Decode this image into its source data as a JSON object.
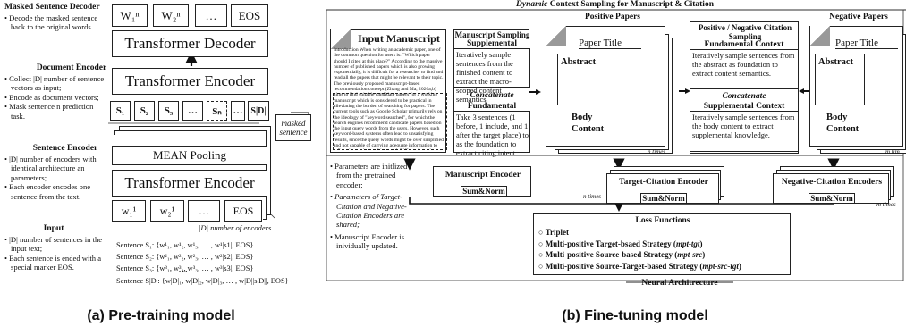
{
  "left": {
    "masked_decoder": {
      "title": "Masked Sentence Decoder",
      "bullets": [
        "Decode the masked sentence back to the original words."
      ]
    },
    "document_encoder": {
      "title": "Document Encoder",
      "bullets": [
        "Collect |D| number of sentence vectors as input;",
        "Encode as document vectors;",
        "Mask sentence n prediction task."
      ]
    },
    "sentence_encoder": {
      "title": "Sentence Encoder",
      "bullets": [
        "|D| number of encoders with identical architecture an parameters;",
        "Each encoder encodes one sentence from the text."
      ]
    },
    "input": {
      "title": "Input",
      "bullets": [
        "|D| number of sentences in the input text;",
        "Each sentence is ended with a special marker EOS."
      ]
    },
    "top_tokens": [
      "W₁ⁿ",
      "W₂ⁿ",
      "…",
      "EOS"
    ],
    "transformer_decoder": "Transformer Decoder",
    "transformer_encoder_doc": "Transformer Encoder",
    "sentence_vectors": [
      "S₁",
      "S₂",
      "S₃",
      "…",
      "Sₙ",
      "…",
      "S|D|"
    ],
    "masked_sentence": "masked sentence",
    "mean_pooling": "MEAN Pooling",
    "transformer_encoder_sent": "Transformer Encoder",
    "bottom_tokens": [
      "w₁¹",
      "w₂¹",
      "…",
      "EOS"
    ],
    "num_encoders": "|D| number of encoders",
    "sentences": [
      "Sentence S₁: {w¹₁, w¹₂, w¹₃, … , w¹|s1|, EOS}",
      "Sentence S₂: {w²₁, w²₂, w²₃, … , w²|s2|, EOS}",
      "Sentence S₃: {w³₁, w³₂, w³₃, … , w³|s3|, EOS}",
      "Sentence S|D|: {w|D|₁, w|D|₂, w|D|₃, … , w|D||s|D||, EOS}"
    ],
    "dots": "• • •",
    "caption": "(a) Pre-training model"
  },
  "right": {
    "banner_italic": "Dynamic",
    "banner_rest": " Context Sampling for Manuscript & Citation",
    "input_manuscript": "Input Manuscript",
    "manuscript_text": "Introduction When writing an academic paper, one of the common question for users is: \"Which paper should I cited at this place?\" According to the massive number of published papers which is also growing exponentially, it is difficult for a researcher to find and read all the papers that might be relevant to their topic. The previously proposed manuscript-based recommendation concept (Zhang and Ma, 2020a,b) aims to find suitable candidate papers for a working manuscript which is considered to be practical in alleviating the burden of searching for papers. The current tools such as Google Scholar primarily rely on the ideology of \"keyword searched\", for which the search engines recommend candidate papers based on the input query words from the users. However, such keyword-based systems often lead to unsatisfying results, since the query words might be over simplified and not capable of carrying adequate information to reflect the user's searching need. Differently to the keyword searching, the manuscript-based concept",
    "manuscript_sampling": "Manuscript Sampling",
    "supplemental_context": "Supplemental Context",
    "supplemental_text": "Iteratively sample sentences from the finished content to extract the macro-scoped content semantics.",
    "concatenate": "Concatenate",
    "fundamental_context": "Fundamental Context",
    "fundamental_text": "Take 3 sentences (1 before, 1 include, and 1 after the target place) to as the foundation to extract citing intent.",
    "positive_papers": "Positive Papers",
    "negative_papers": "Negative Papers",
    "paper_title": "Paper Title",
    "abstract": "Abstract",
    "body_content_1": "Body",
    "body_content_2": "Content",
    "n_times": "n times",
    "m_times": "m tim",
    "pn_sampling": "Positive / Negative Citation Sampling",
    "pn_fundamental": "Fundamental Context",
    "pn_fundamental_text": "Iteratively sample sentences from the abstract as foundation to extract content semantics.",
    "pn_concatenate": "Concatenate",
    "pn_supplemental": "Supplemental Context",
    "pn_supplemental_text": "Iteratively sample sentences from the body content to extract supplemental knowledge.",
    "bullets": [
      "Parameters are initlized from the pretrained encoder;",
      "Parameters of Target-Citation and Negative-Citation Encoders are shared;",
      "Manuscript Encoder is inividually updated."
    ],
    "manuscript_encoder": "Manuscript Encoder",
    "target_encoder": "Target-Citation Encoder",
    "negative_encoder": "Negative-Citation Encoders",
    "sum_norm": "Sum&Norm",
    "n_times_enc": "n times",
    "m_times_enc": "m times",
    "loss_title": "Loss Functions",
    "losses": [
      {
        "name": "Triplet",
        "tag": ""
      },
      {
        "name": "Multi-positive Target-bsaed Strategy (",
        "tag": "mpt-tgt"
      },
      {
        "name": "Multi-positive Source-based Strategy (",
        "tag": "mpt-src"
      },
      {
        "name": "Multi-positive Source-Target-based Strategy (",
        "tag": "mpt-src-tgt"
      }
    ],
    "neural_architecture": "Neural Architrecture",
    "caption": "(b) Fine-tuning model"
  }
}
